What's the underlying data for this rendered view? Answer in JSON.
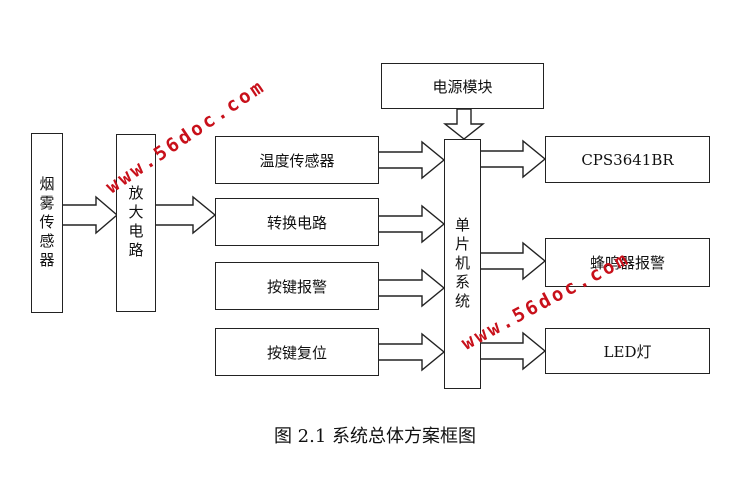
{
  "blocks": {
    "smoke_sensor": "烟雾传感器",
    "amplifier": "放大电路",
    "temp_sensor": "温度传感器",
    "convert": "转换电路",
    "key_alarm": "按键报警",
    "key_reset": "按键复位",
    "power": "电源模块",
    "mcu": "单片机系统",
    "display": "CPS3641BR",
    "buzzer": "蜂鸣器报警",
    "led": "LED灯"
  },
  "caption": "图 2.1  系统总体方案框图",
  "watermark": "www.56doc.com"
}
